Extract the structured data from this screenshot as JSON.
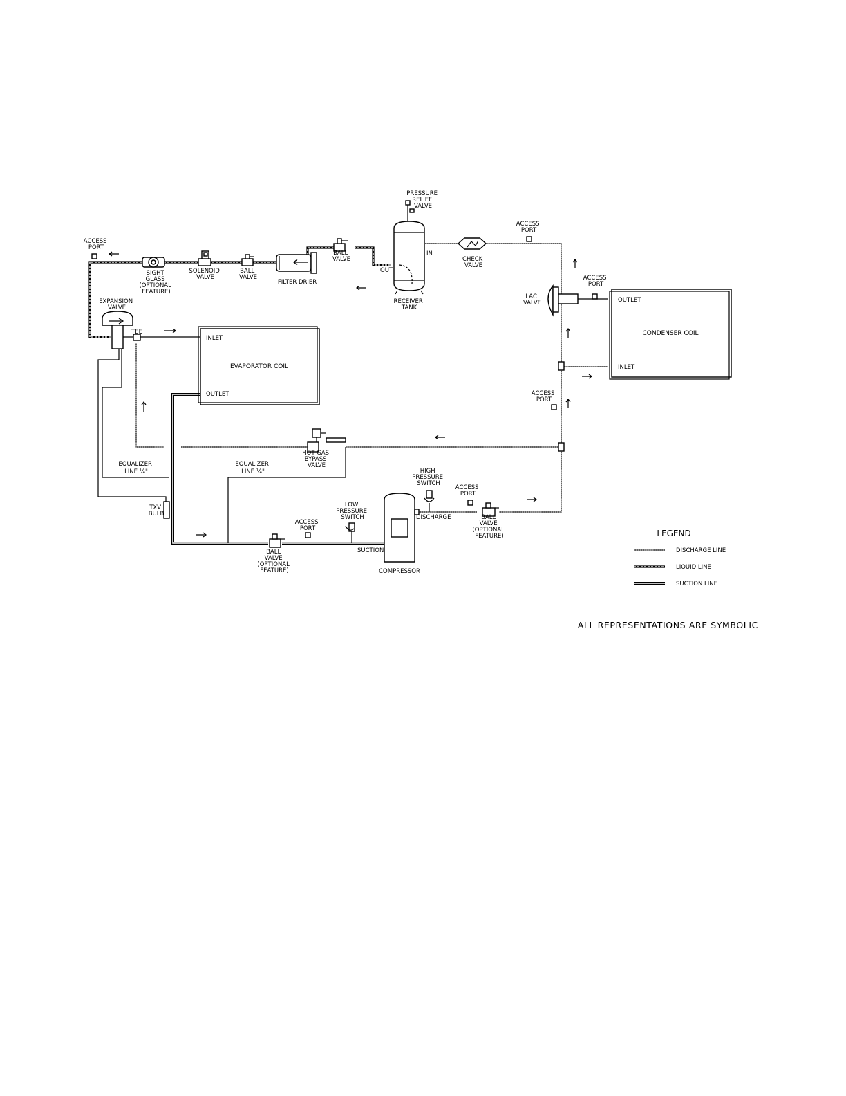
{
  "labels": {
    "pressure_relief_valve": [
      "PRESSURE",
      "RELIEF",
      "VALVE"
    ],
    "access_port_top_left": [
      "ACCESS",
      "PORT"
    ],
    "sight_glass": [
      "SIGHT",
      "GLASS",
      "(OPTIONAL",
      "FEATURE)"
    ],
    "solenoid_valve": [
      "SOLENOID",
      "VALVE"
    ],
    "ball_valve_top": [
      "BALL",
      "VALVE"
    ],
    "filter_drier": "FILTER DRIER",
    "ball_valve_receiver": [
      "BALL",
      "VALVE"
    ],
    "receiver_out": "OUT",
    "receiver_in": "IN",
    "receiver_tank": [
      "RECEIVER",
      "TANK"
    ],
    "check_valve": [
      "CHECK",
      "VALVE"
    ],
    "access_port_top_right": [
      "ACCESS",
      "PORT"
    ],
    "access_port_condenser": [
      "ACCESS",
      "PORT"
    ],
    "lac_valve": [
      "LAC",
      "VALVE"
    ],
    "expansion_valve": [
      "EXPANSION",
      "VALVE"
    ],
    "tee": "TEE",
    "evaporator_inlet": "INLET",
    "evaporator_outlet": "OUTLET",
    "evaporator_coil": "EVAPORATOR COIL",
    "condenser_outlet": "OUTLET",
    "condenser_inlet": "INLET",
    "condenser_coil": "CONDENSER COIL",
    "access_port_right_mid": [
      "ACCESS",
      "PORT"
    ],
    "hot_gas_bypass_valve": [
      "HOT GAS",
      "BYPASS",
      "VALVE"
    ],
    "equalizer_line_left": [
      "EQUALIZER",
      "LINE ¼\""
    ],
    "equalizer_line_mid": [
      "EQUALIZER",
      "LINE ¼\""
    ],
    "txv_bulb": [
      "TXV",
      "BULB"
    ],
    "high_pressure_switch": [
      "HIGH",
      "PRESSURE",
      "SWITCH"
    ],
    "access_port_discharge": [
      "ACCESS",
      "PORT"
    ],
    "discharge": "DISCHARGE",
    "ball_valve_discharge": [
      "BALL",
      "VALVE",
      "(OPTIONAL",
      "FEATURE)"
    ],
    "low_pressure_switch": [
      "LOW",
      "PRESSURE",
      "SWITCH"
    ],
    "access_port_suction": [
      "ACCESS",
      "PORT"
    ],
    "suction": "SUCTION",
    "ball_valve_suction": [
      "BALL",
      "VALVE",
      "(OPTIONAL",
      "FEATURE)"
    ],
    "compressor": "COMPRESSOR"
  },
  "legend": {
    "title": "LEGEND",
    "discharge_line": "DISCHARGE LINE",
    "liquid_line": "LIQUID LINE",
    "suction_line": "SUCTION LINE"
  },
  "footer": "ALL REPRESENTATIONS ARE SYMBOLIC"
}
